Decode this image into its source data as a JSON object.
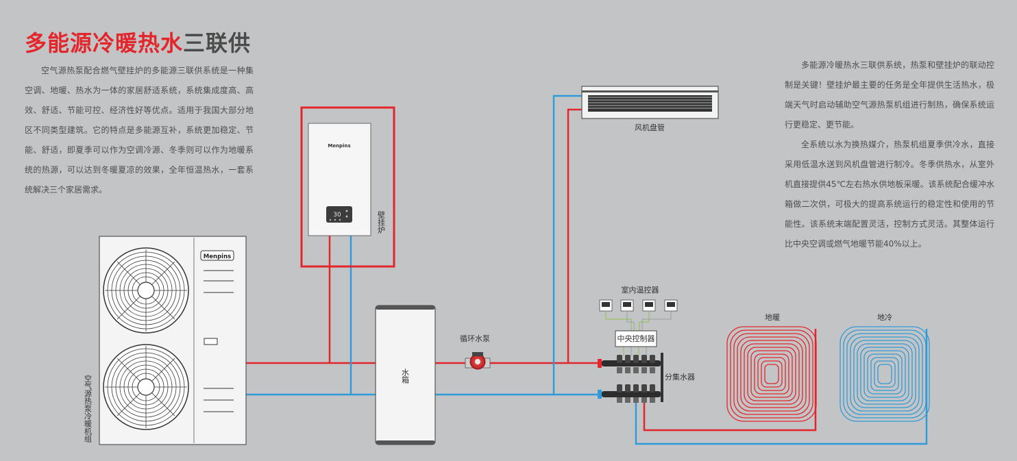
{
  "title": {
    "red": "多能源冷暖热水",
    "gray": "三联供"
  },
  "left_text": "空气源热泵配合燃气壁挂炉的多能源三联供系统是一种集空调、地暖、热水为一体的家居舒适系统，系统集成度高、高效、舒适、节能可控、经济性好等优点。适用于我国大部分地区不同类型建筑。它的特点是多能源互补，系统更加稳定、节能、舒适，即夏季可以作为空调冷源、冬季则可以作为地暖系统的热源，可以达到冬暖夏凉的效果，全年恒温热水，一套系统解决三个家居需求。",
  "right_text": [
    "多能源冷暖热水三联供系统，热泵和壁挂炉的联动控制是关键！壁挂炉最主要的任务是全年提供生活热水，极端天气时启动辅助空气源热泵机组进行制热，确保系统运行更稳定、更节能。",
    "全系统以水为换热媒介，热泵机组夏季供冷水，直接采用低温水送到风机盘管进行制冷。冬季供热水，从室外机直接提供45℃左右热水供地板采暖。该系统配合缓冲水箱做二次供，可极大的提高系统运行的稳定性和使用的节能性。该系统末端配置灵活，控制方式灵活。其整体运行比中央空调或燃气地暖节能40%以上。"
  ],
  "labels": {
    "boiler": "壁挂炉",
    "boiler_brand": "Menpins",
    "boiler_display": "30",
    "heatpump_brand": "Menpins",
    "heatpump": "空气源热泵冷暖机组",
    "tank": "水箱",
    "pump": "循环水泵",
    "fancoil": "风机盘管",
    "thermostats": "室内温控器",
    "controller": "中央控制器",
    "manifold": "分集水器",
    "floor_heat": "地暖",
    "floor_cool": "地冷"
  },
  "colors": {
    "hot": "#e3262b",
    "cold": "#2f9ad9",
    "bg": "#c3c4c6"
  }
}
